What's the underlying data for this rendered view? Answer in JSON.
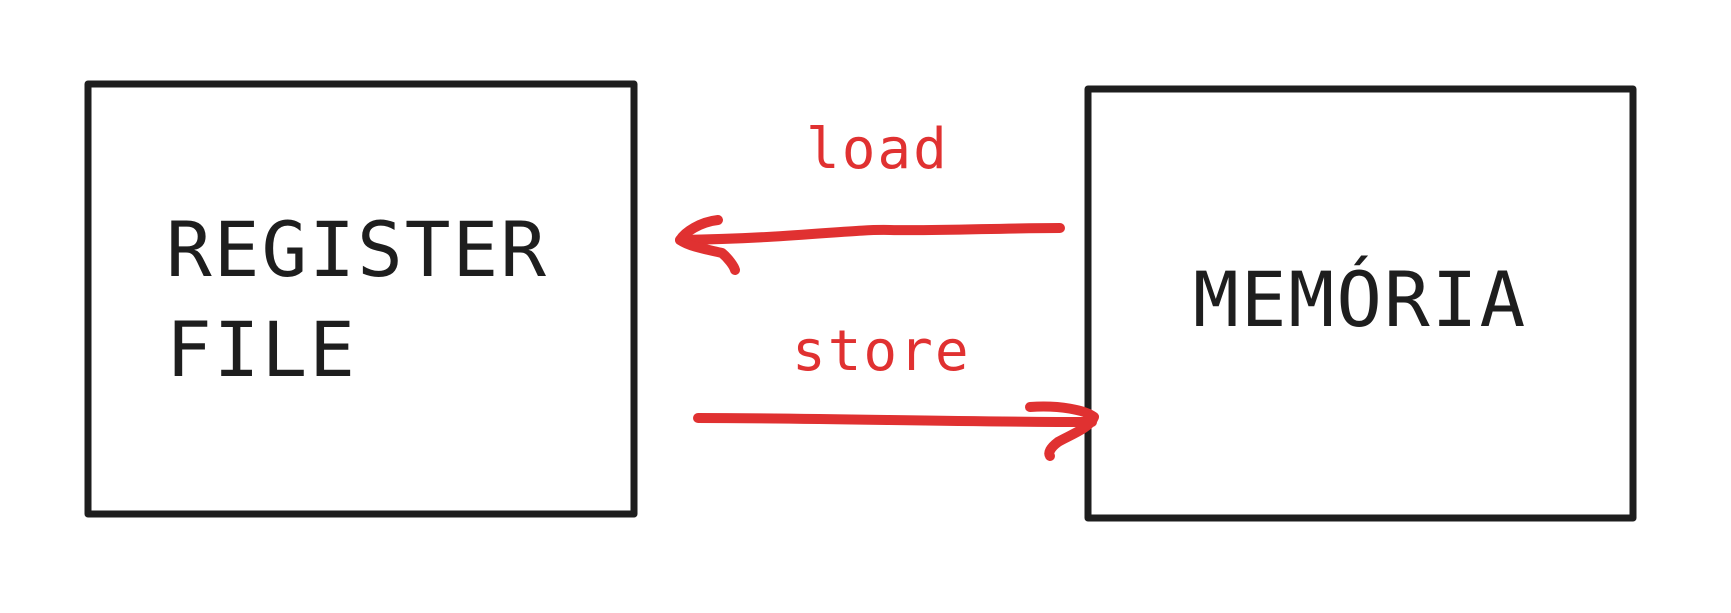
{
  "nodes": {
    "register_file": {
      "line1": "REGISTER",
      "line2": "FILE"
    },
    "memoria": {
      "label": "MEMÓRIA"
    }
  },
  "edges": {
    "load": {
      "label": "load",
      "from": "MEMÓRIA",
      "to": "REGISTER FILE"
    },
    "store": {
      "label": "store",
      "from": "REGISTER FILE",
      "to": "MEMÓRIA"
    }
  },
  "colors": {
    "stroke": "#1e1e1e",
    "arrow": "#e03131",
    "background": "#ffffff"
  }
}
